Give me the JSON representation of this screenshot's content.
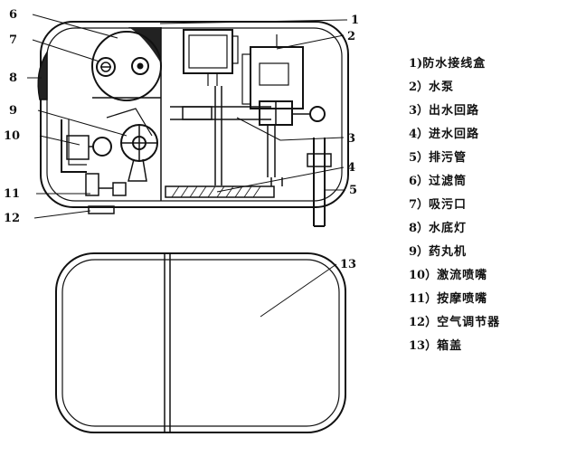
{
  "callouts": {
    "c1": "1",
    "c2": "2",
    "c3": "3",
    "c4": "4",
    "c5": "5",
    "c6": "6",
    "c7": "7",
    "c8": "8",
    "c9": "9",
    "c10": "10",
    "c11": "11",
    "c12": "12",
    "c13": "13"
  },
  "legend": [
    {
      "num": "1)",
      "label": "防水接线盒"
    },
    {
      "num": "2）",
      "label": "水泵"
    },
    {
      "num": "3）",
      "label": "出水回路"
    },
    {
      "num": "4）",
      "label": "进水回路"
    },
    {
      "num": "5）",
      "label": "排污管"
    },
    {
      "num": "6）",
      "label": "过滤筒"
    },
    {
      "num": "7）",
      "label": "吸污口"
    },
    {
      "num": "8）",
      "label": "水底灯"
    },
    {
      "num": "9）",
      "label": "药丸机"
    },
    {
      "num": "10）",
      "label": "激流喷嘴"
    },
    {
      "num": "11）",
      "label": "按摩喷嘴"
    },
    {
      "num": "12）",
      "label": "空气调节器"
    },
    {
      "num": "13）",
      "label": "箱盖"
    }
  ]
}
